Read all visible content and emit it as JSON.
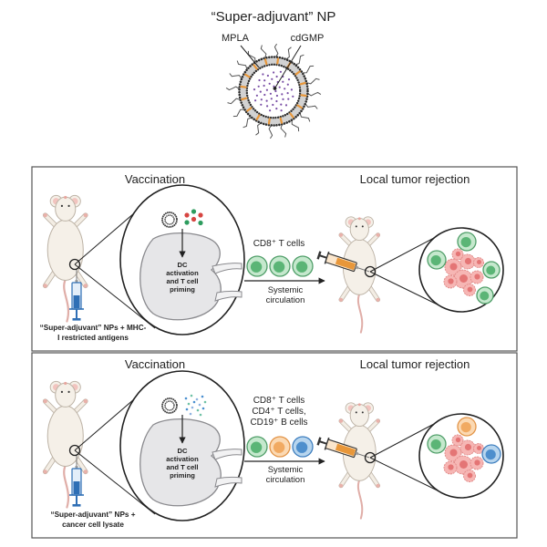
{
  "header": {
    "title": "“Super-adjuvant” NP",
    "mpla_label": "MPLA",
    "cdgmp_label": "cdGMP"
  },
  "colors": {
    "frame": "#555555",
    "mpla": "#e8973a",
    "cdgmp": "#7a4fa6",
    "membrane": "#2e2e2e",
    "membrane_band": "#d2d2d2",
    "tail": "#555555",
    "lymph_node": "#e6e6e8",
    "vaccine_syringe": "#2f6fb5",
    "tumor_syringe": "#e8973a",
    "tumor_cell": {
      "fill": "#f6b6b4",
      "stroke": "#e08886",
      "nucleus": "#e47575"
    }
  },
  "panels": [
    {
      "left_title": "Vaccination",
      "right_title": "Local tumor rejection",
      "node_text": [
        "DC",
        "activation",
        "and T cell",
        "priming"
      ],
      "cell_labels": [
        "CD8⁺ T cells"
      ],
      "circulation_text": [
        "Systemic",
        "circulation"
      ],
      "caption": [
        "“Super-adjuvant” NPs + MHC-",
        "I restricted antigens"
      ],
      "vaccine_particles": [
        "#d64541",
        "#2e9c5e",
        "#d64541",
        "#2e9c5e",
        "#d64541",
        "#2e9c5e"
      ],
      "circulating_cells": [
        {
          "fill": "#c5e8cd",
          "stroke": "#4f9e68",
          "nucleus": "#5bb576"
        },
        {
          "fill": "#c5e8cd",
          "stroke": "#4f9e68",
          "nucleus": "#5bb576"
        },
        {
          "fill": "#c5e8cd",
          "stroke": "#4f9e68",
          "nucleus": "#5bb576"
        }
      ],
      "infiltrating_cells": [
        {
          "fill": "#c5e8cd",
          "stroke": "#4f9e68",
          "nucleus": "#5bb576"
        },
        {
          "fill": "#c5e8cd",
          "stroke": "#4f9e68",
          "nucleus": "#5bb576"
        },
        {
          "fill": "#c5e8cd",
          "stroke": "#4f9e68",
          "nucleus": "#5bb576"
        },
        {
          "fill": "#c5e8cd",
          "stroke": "#4f9e68",
          "nucleus": "#5bb576"
        }
      ]
    },
    {
      "left_title": "Vaccination",
      "right_title": "Local tumor rejection",
      "node_text": [
        "DC",
        "activation",
        "and T cell",
        "priming"
      ],
      "cell_labels": [
        "CD8⁺ T cells",
        "CD4⁺ T cells,",
        "CD19⁺ B cells"
      ],
      "circulation_text": [
        "Systemic",
        "circulation"
      ],
      "caption": [
        "“Super-adjuvant” NPs +",
        "cancer cell lysate"
      ],
      "vaccine_particles": [
        "#4a8fd0",
        "#6fc1a6",
        "#8fb3e0",
        "#4a8fd0",
        "#6fc1a6",
        "#4a8fd0",
        "#8fb3e0",
        "#6fc1a6",
        "#4a8fd0",
        "#8fb3e0",
        "#6fc1a6",
        "#4a8fd0",
        "#8fb3e0",
        "#6fc1a6"
      ],
      "circulating_cells": [
        {
          "fill": "#c5e8cd",
          "stroke": "#4f9e68",
          "nucleus": "#5bb576"
        },
        {
          "fill": "#fbd9b3",
          "stroke": "#e29447",
          "nucleus": "#f1aa62"
        },
        {
          "fill": "#b7d5ee",
          "stroke": "#3f7fbf",
          "nucleus": "#4e8fcd"
        }
      ],
      "infiltrating_cells": [
        {
          "fill": "#c5e8cd",
          "stroke": "#4f9e68",
          "nucleus": "#5bb576"
        },
        {
          "fill": "#fbd9b3",
          "stroke": "#e29447",
          "nucleus": "#f1aa62"
        },
        {
          "fill": "#b7d5ee",
          "stroke": "#3f7fbf",
          "nucleus": "#4e8fcd"
        }
      ]
    }
  ]
}
